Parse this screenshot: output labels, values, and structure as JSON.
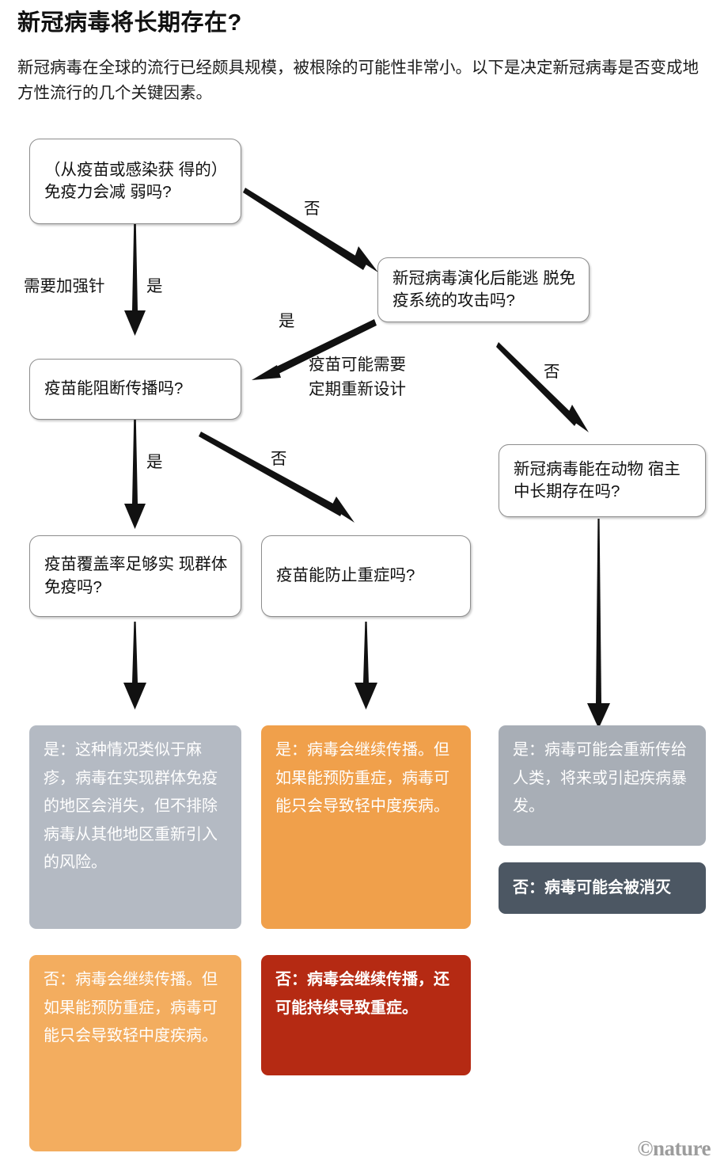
{
  "header": {
    "title": "新冠病毒将长期存在?",
    "subtitle": "新冠病毒在全球的流行已经颇具规模，被根除的可能性非常小。以下是决定新冠病毒是否变成地方性流行的几个关键因素。"
  },
  "nodes": {
    "immunity_wane": "（从疫苗或感染获\n得的）免疫力会减\n弱吗?",
    "immune_escape": "新冠病毒演化后能逃\n脱免疫系统的攻击吗?",
    "block_transmission": "疫苗能阻断传播吗?",
    "animal_reservoir": "新冠病毒能在动物\n宿主中长期存在吗?",
    "herd_immunity": "疫苗覆盖率足够实\n现群体免疫吗?",
    "prevent_severe": "疫苗能防止重症吗?"
  },
  "edge_labels": {
    "no_to_escape": "否",
    "booster_needed": "需要加强针",
    "yes_to_block": "是",
    "yes_escape": "是",
    "redesign_note": "疫苗可能需要\n定期重新设计",
    "no_escape": "否",
    "yes_herd": "是",
    "no_herd": "否"
  },
  "outcomes": {
    "measles_like": "是：这种情况类似于麻疹，病毒在实现群体免疫的地区会消失，但不排除病毒从其他地区重新引入的风险。",
    "mild_spread_yes": "是：病毒会继续传播。但如果能预防重症，病毒可能只会导致轻中度疾病。",
    "animal_yes": "是：病毒可能会重新传给人类，将来或引起疾病暴发。",
    "animal_no": "否：病毒可能会被消灭",
    "mild_spread_no": "否：病毒会继续传播。但如果能预防重症，病毒可能只会导致轻中度疾病。",
    "severe_continues": "否：病毒会继续传播，还可能持续导致重症。"
  },
  "colors": {
    "outcome_gray": "#b4bac3",
    "outcome_gray_right": "#a8aeb6",
    "outcome_orange": "#f0a04b",
    "outcome_orange_light": "#f3ad5f",
    "outcome_dark": "#4c5763",
    "outcome_red": "#b52a13",
    "box_border": "#8d8d8d",
    "arrow": "#111111",
    "logo": "#9c9c9c"
  },
  "footer": {
    "logo": "©nature"
  }
}
